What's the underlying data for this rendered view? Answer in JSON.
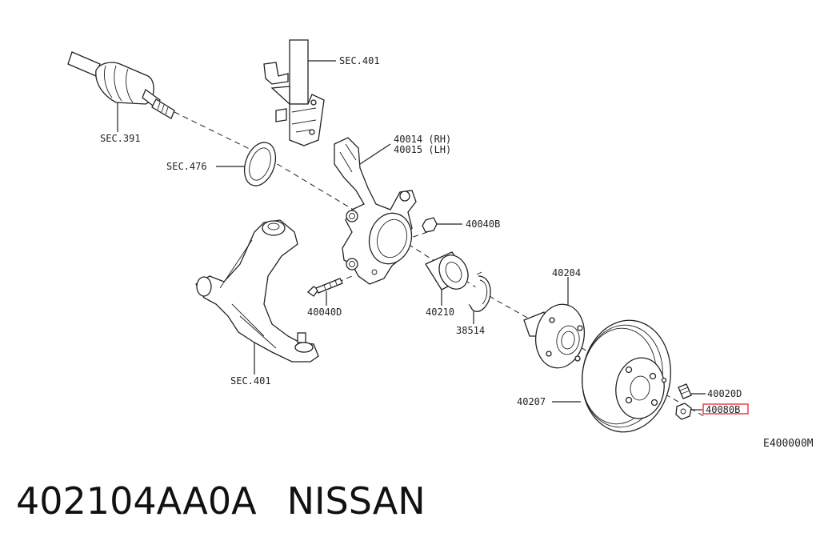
{
  "callouts": {
    "sec401_top": "SEC.401",
    "sec391": "SEC.391",
    "sec476": "SEC.476",
    "knuckle_rh": "40014 (RH)",
    "knuckle_lh": "40015 (LH)",
    "bolt_b": "40040B",
    "bolt_d": "40040D",
    "bearing": "40210",
    "snap_ring": "38514",
    "hub": "40204",
    "rotor": "40207",
    "stud": "40020D",
    "nut": "40080B",
    "sec401_bottom": "SEC.401",
    "diagram_code": "E400000M"
  },
  "highlight_color": "#e8202a",
  "footer": {
    "part_number": "402104AA0A",
    "brand": "NISSAN"
  }
}
